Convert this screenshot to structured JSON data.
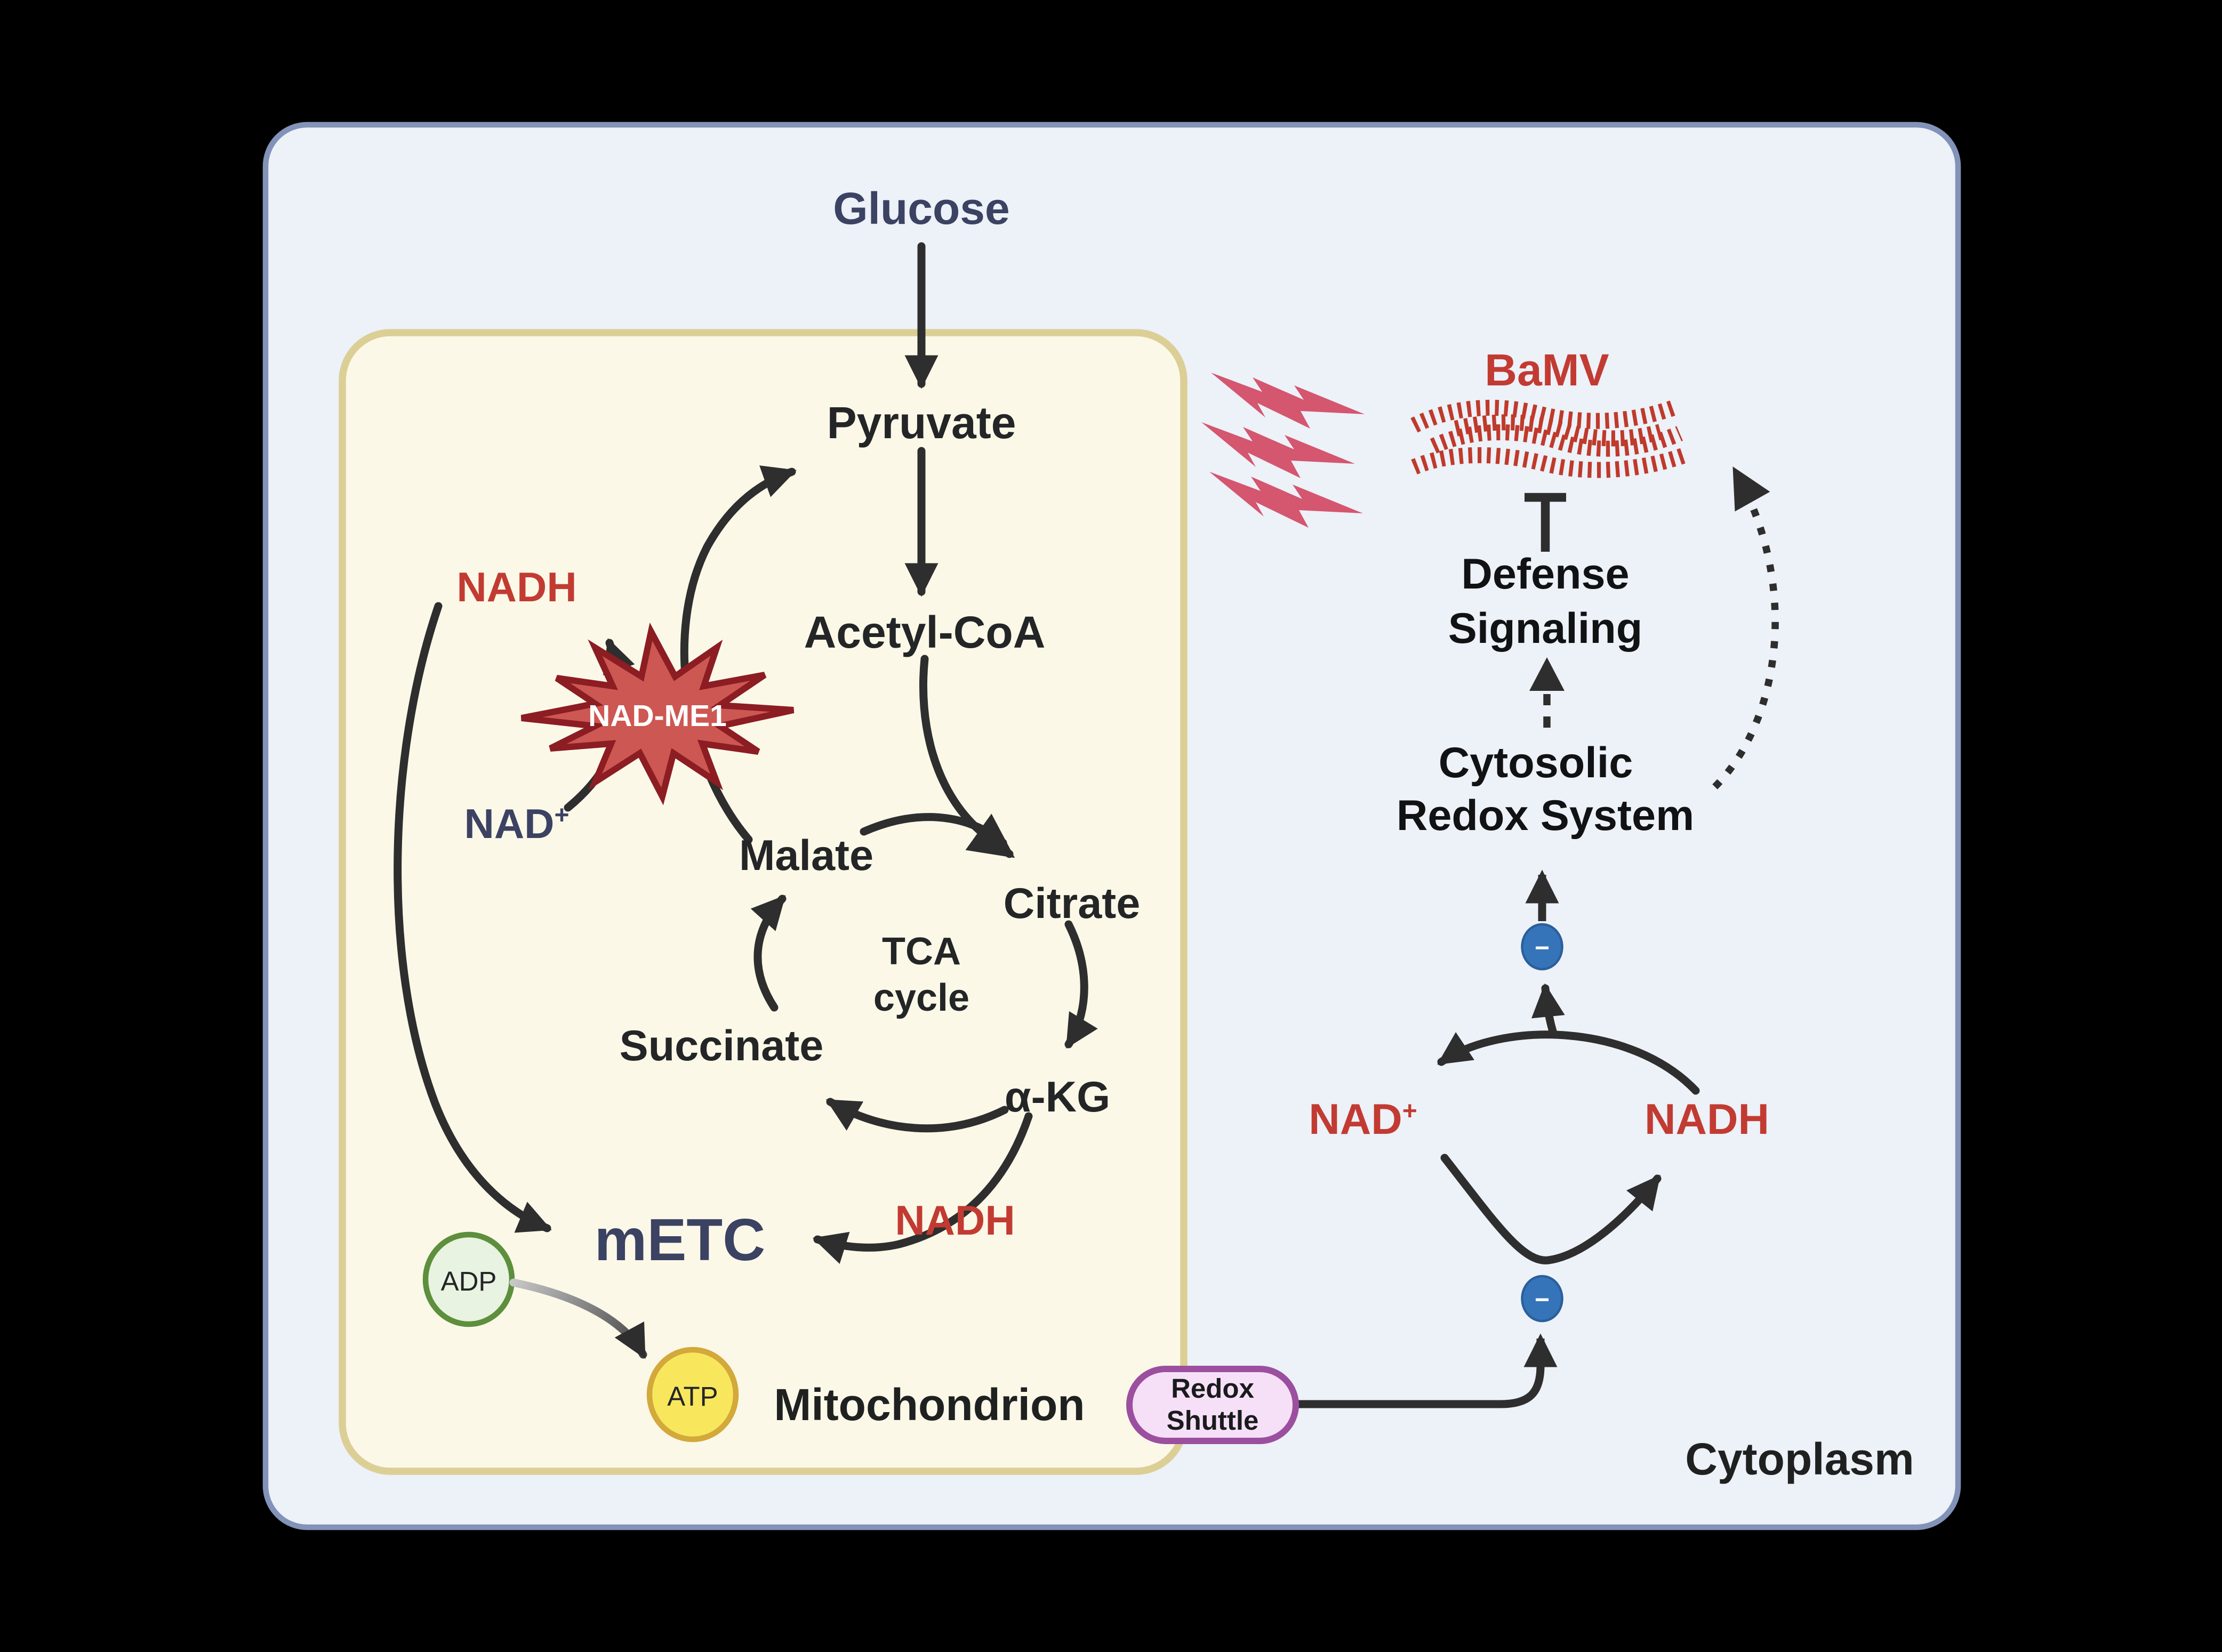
{
  "figure": {
    "type": "biorender-style metabolic pathway diagram",
    "cytoplasm_label": "Cytoplasm"
  },
  "glycolysis": {
    "glucose": "Glucose",
    "pyruvate": "Pyruvate",
    "acetyl_coa": "Acetyl-CoA"
  },
  "mitochondrion": {
    "label": "Mitochondrion",
    "nadh_top": "NADH",
    "nad_plus": {
      "base": "NAD",
      "sup": "+"
    },
    "enzyme": "NAD-ME1",
    "tca": {
      "title_line1": "TCA",
      "title_line2": "cycle",
      "malate": "Malate",
      "citrate": "Citrate",
      "alpha_kg": "α-KG",
      "succinate": "Succinate"
    },
    "nadh_tca": "NADH",
    "metc": "mETC",
    "adp": "ADP",
    "atp": "ATP"
  },
  "cytosol": {
    "bamv": "BaMV",
    "defense_line1": "Defense",
    "defense_line2": "Signaling",
    "redox_system_line1": "Cytosolic",
    "redox_system_line2": "Redox System",
    "nad_plus": {
      "base": "NAD",
      "sup": "+"
    },
    "nadh": "NADH",
    "electron_symbol": "−",
    "redox_shuttle_line1": "Redox",
    "redox_shuttle_line2": "Shuttle"
  },
  "colors": {
    "background": "#000000",
    "cell_fill": "#edf1f8",
    "cell_border": "#8292b8",
    "mito_fill": "#fcf8e8",
    "mito_border": "#dccf96",
    "navy_text": "#3b4262",
    "black_text": "#232526",
    "arrow_black": "#2e2e2e",
    "red_text": "#c23b32",
    "bolt_pink": "#d4566f",
    "virus_red": "#bf3a2b",
    "star_fill": "#cd5752",
    "star_border": "#8c1d23",
    "electron_blue": "#3574b9",
    "adp_fill": "#e9f3e1",
    "adp_border": "#5d8f3c",
    "atp_fill": "#f8e75d",
    "atp_border": "#d2a93a",
    "shuttle_fill": "#f6e0f8",
    "shuttle_border": "#9b4f9e"
  }
}
